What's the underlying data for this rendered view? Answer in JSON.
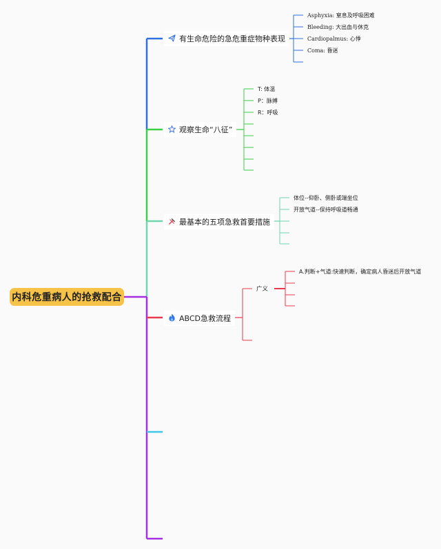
{
  "root": {
    "label": "内科危重病人的抢救配合"
  },
  "colors": {
    "root_fill": "#f6c247",
    "branch1": "#2f6fe0",
    "branch2": "#3bcf46",
    "branch3": "#6fd6b0",
    "branch4": "#e83a4d",
    "branch5": "#3ec8e8",
    "branch6": "#a42ee0"
  },
  "branches": [
    {
      "label": "有生命危险的急危重症物种表现",
      "icon": "paper-plane-icon",
      "leaves": [
        "Asphyxia: 窒息及呼吸困难",
        "Bleeding: 大出血与休克",
        "Cardiopalmus: 心悸",
        "Coma: 昏迷",
        ""
      ]
    },
    {
      "label": "观察生命“八征”",
      "icon": "star-icon",
      "leaves": [
        "T: 体温",
        "P：脉搏",
        "R：呼吸",
        "",
        "",
        "",
        "",
        ""
      ]
    },
    {
      "label": "最基本的五项急救首要措施",
      "icon": "tools-icon",
      "leaves": [
        "体位--仰卧、侧卧或端坐位",
        "开放气道--保持呼吸道畅通",
        "",
        "",
        ""
      ]
    },
    {
      "label": "ABCD急救流程",
      "icon": "flame-icon",
      "sub": {
        "label": "广义",
        "leaves": [
          "A.判断+气道:快速判断，确定病人昏迷后开放气道",
          "",
          "",
          ""
        ]
      },
      "extra_leaves": [
        ""
      ]
    },
    {
      "label": "",
      "icon": "",
      "leaves": []
    },
    {
      "label": "",
      "icon": "",
      "leaves": []
    }
  ]
}
